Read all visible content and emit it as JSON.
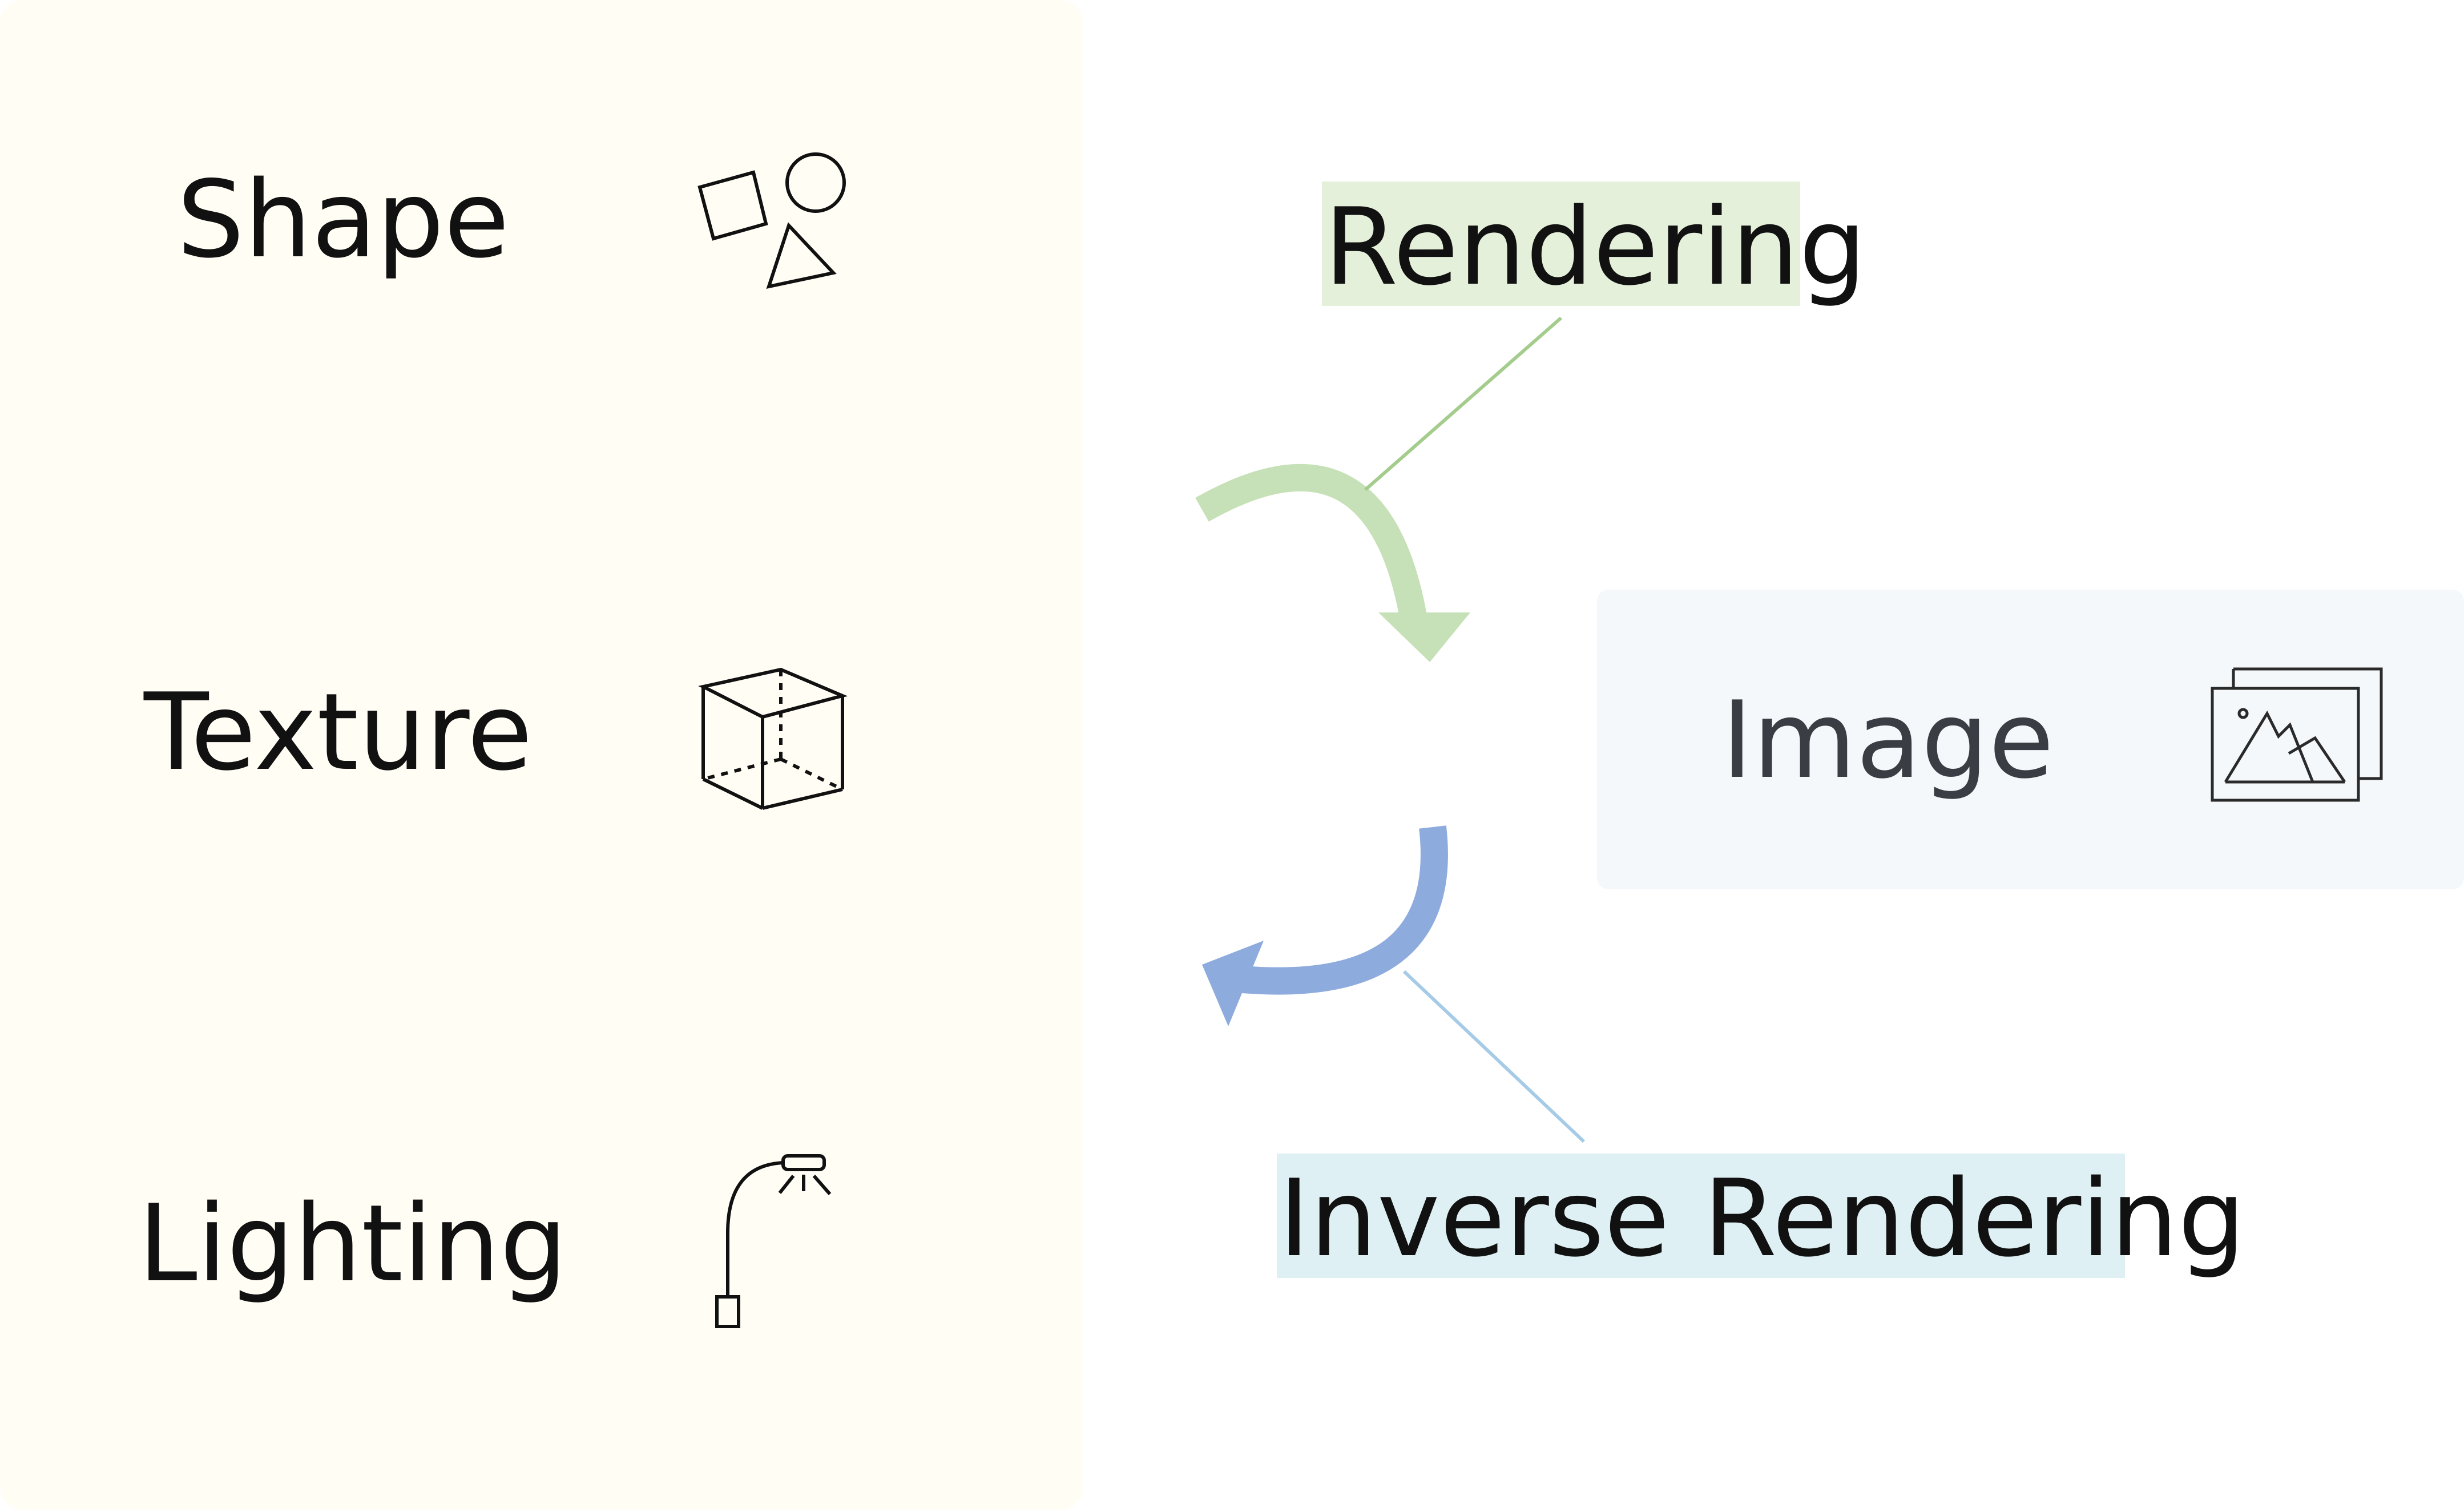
{
  "scene": {
    "shape_label": "Shape",
    "texture_label": "Texture",
    "lighting_label": "Lighting"
  },
  "output": {
    "image_label": "Image"
  },
  "arrows": {
    "rendering_label": "Rendering",
    "inverse_label": "Inverse Rendering"
  },
  "colors": {
    "scene_panel_bg": "#fffdf4",
    "image_panel_bg": "#f4f8fb",
    "rendering_arrow": "#c6e1b7",
    "rendering_highlight": "#e4f0da",
    "inverse_arrow": "#8eabde",
    "inverse_highlight": "#def0f3"
  },
  "icons": {
    "shape": "shapes-icon",
    "texture": "cube-icon",
    "lighting": "lamp-icon",
    "image": "image-gallery-icon"
  }
}
